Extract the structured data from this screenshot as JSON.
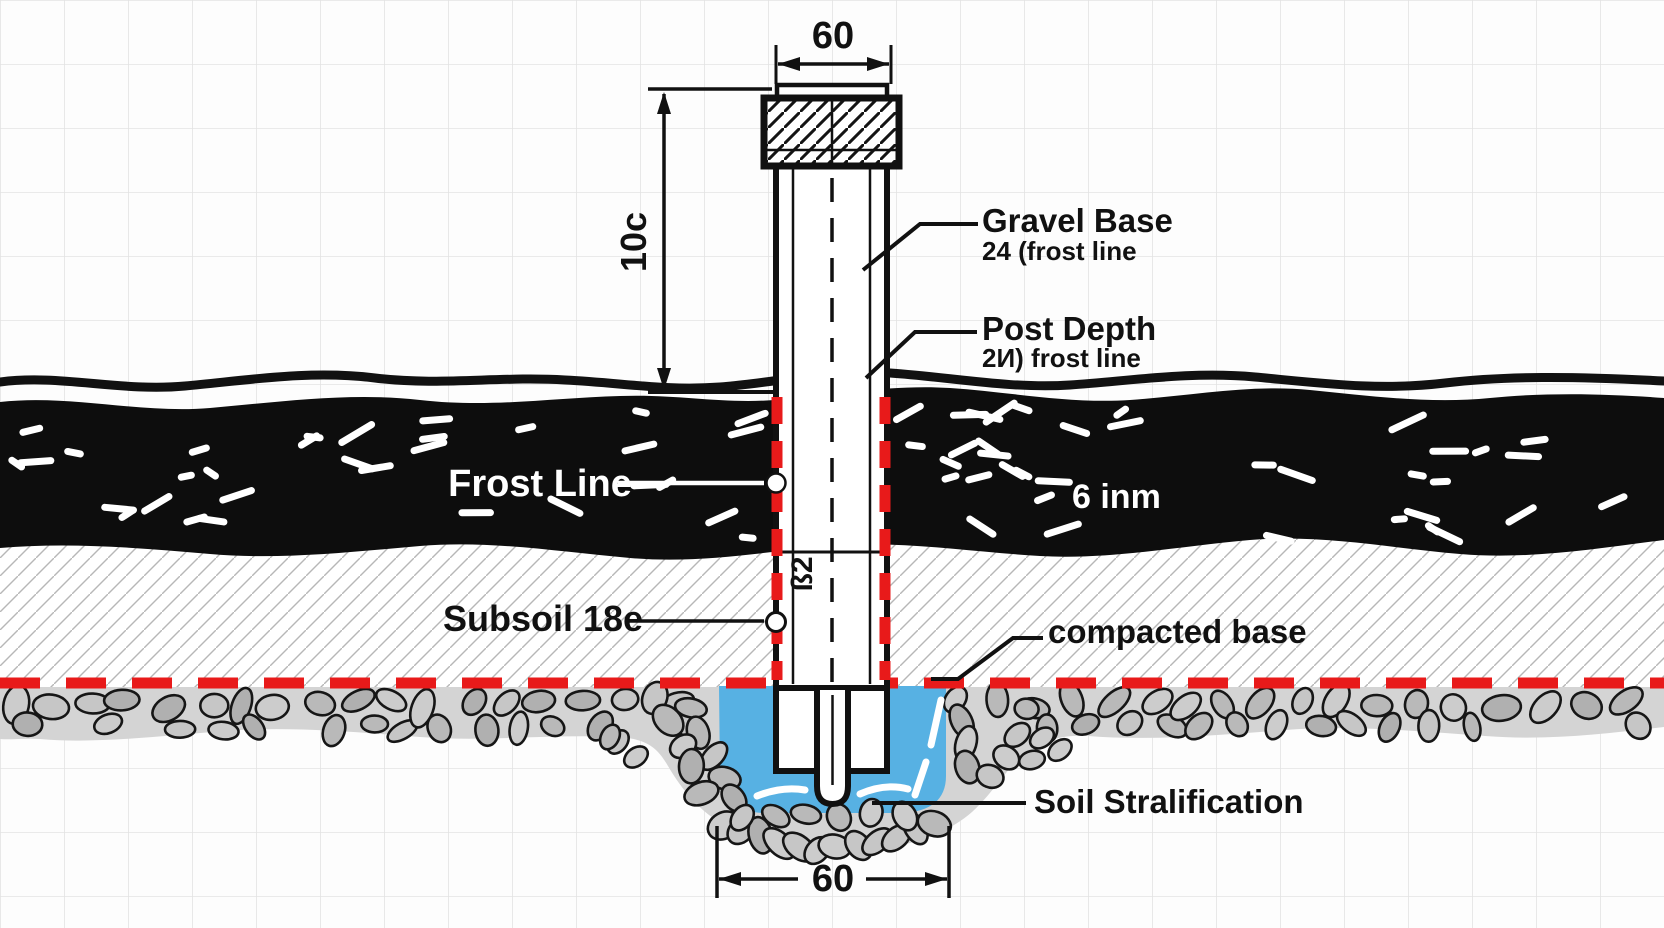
{
  "diagram": {
    "dimensions": {
      "top_width": "60",
      "height": "10c",
      "footing_width": "60"
    },
    "post_marking": "ß2",
    "labels": {
      "gravel_base_title": "Gravel Base",
      "gravel_base_sub": "24 (frost line",
      "post_depth_title": "Post Depth",
      "post_depth_sub": "2И) frost line",
      "frost_line": "Frost Line",
      "topsoil_note": "6 inm",
      "subsoil": "Subsoil 18e",
      "compacted_base": "compacted base",
      "soil_stratification": "Soil Stralification"
    },
    "colors": {
      "frost_line_red": "#e81a1a",
      "footing_blue": "#57b1e3",
      "topsoil_black": "#0d0d0d"
    }
  }
}
